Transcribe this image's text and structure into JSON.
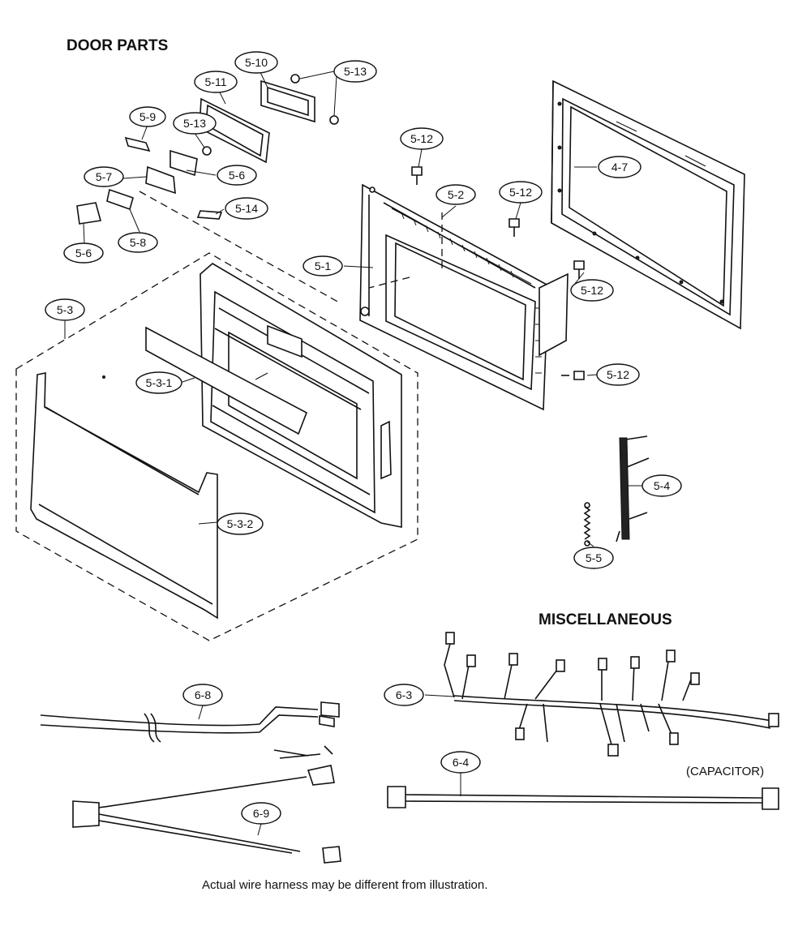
{
  "headings": {
    "door_parts": "DOOR  PARTS",
    "miscellaneous": "MISCELLANEOUS"
  },
  "notes": {
    "capacitor": "(CAPACITOR)",
    "footnote": "Actual wire harness may be different from illustration."
  },
  "callouts": [
    "5-10",
    "5-13",
    "5-11",
    "5-9",
    "5-13",
    "5-7",
    "5-6",
    "5-14",
    "5-6",
    "5-8",
    "5-12",
    "4-7",
    "5-2",
    "5-12",
    "5-1",
    "5-12",
    "5-12",
    "5-3",
    "5-3-1",
    "5-3-2",
    "5-4",
    "5-5",
    "6-8",
    "6-3",
    "6-4",
    "6-9"
  ]
}
